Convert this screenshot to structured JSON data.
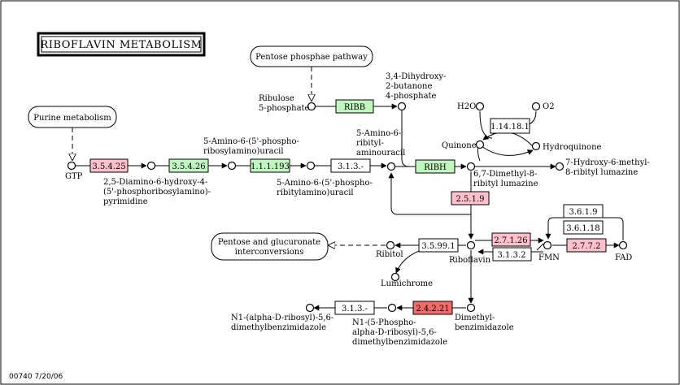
{
  "title": "RIBOFLAVIN METABOLISM",
  "footer": "00740  7/20/06",
  "colors": {
    "enzyme_green": "#bff7bf",
    "enzyme_pink": "#ffc0cb",
    "enzyme_red": "#f46a6a",
    "enzyme_white": "#ffffff"
  },
  "maps": {
    "pentose_phosphate": "Pentose phosphae pathway",
    "purine": "Purine metabolism",
    "pentose_glucuronate": [
      "Pentose and glucuronate",
      "interconversions"
    ]
  },
  "enzymes": {
    "e35425": "3.5.4.25",
    "e35426": "3.5.4.26",
    "e111193": "1.1.1.193",
    "e313": "3.1.3.-",
    "ribb": "RIBB",
    "ribh": "RIBH",
    "e114181": "1.14.18.1",
    "e2519": "2.5.1.9",
    "e3619": "3.6.1.9",
    "e36118": "3.6.1.18",
    "e27126": "2.7.1.26",
    "e2772": "2.7.7.2",
    "e3132": "3.1.3.2",
    "e35991": "3.5.99.1",
    "e24221": "2.4.2.21",
    "e313b": "3.1.3.-"
  },
  "compounds": {
    "gtp": "GTP",
    "diamino": [
      "2,5-Diamino-6-hydroxy-4-",
      "(5'-phosphoribosylamino)-",
      "pyrimidine"
    ],
    "amino_ribosyl": [
      "5-Amino-6-(5'-phospho-",
      "ribosylamino)uracil"
    ],
    "amino_ribityl": [
      "5-Amino-6-(5'-phospho-",
      "ribitylamino)uracil"
    ],
    "amino_ribityluracil": [
      "5-Amino-6-",
      "ribityl-",
      "aminouracil"
    ],
    "ribulose": [
      "Ribulose",
      "5-phosphate"
    ],
    "dihydroxy": [
      "3,4-Dihydroxy-",
      "2-butanone",
      "4-phosphate"
    ],
    "dimethyl_lumazine": [
      "6,7-Dimethyl-8-",
      "ribityl lumazine"
    ],
    "hydroxy_lumazine": [
      "7-Hydroxy-6-methyl-",
      "8-ribityl lumazine"
    ],
    "h2o": "H2O",
    "o2": "O2",
    "quinone": "Quinone",
    "hydroquinone": "Hydroquinone",
    "riboflavin": "Riboflavin",
    "fmn": "FMN",
    "fad": "FAD",
    "ribitol": "Ribitol",
    "lumichrome": "Lumichrome",
    "dmb": [
      "Dimethyl-",
      "benzimidazole"
    ],
    "phospho_dmb": [
      "N1-(5-Phospho-",
      "alpha-D-ribosyl)-5,6-",
      "dimethylbenzimidazole"
    ],
    "ribosyl_dmb": [
      "N1-(alpha-D-ribosyl)-5,6-",
      "dimethylbenzimidazole"
    ]
  }
}
